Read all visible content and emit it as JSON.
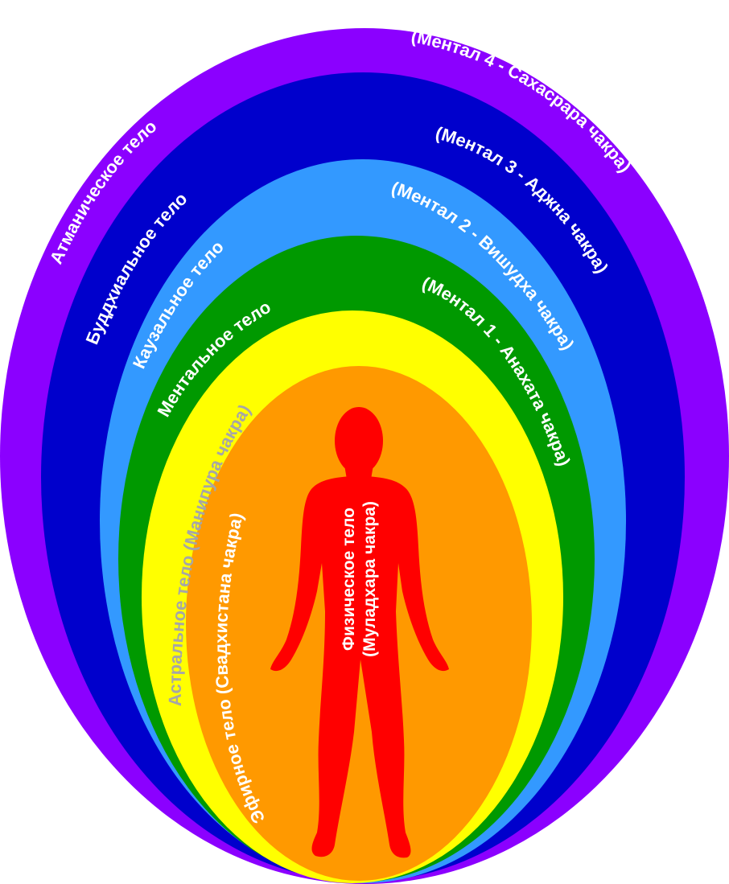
{
  "colors": {
    "atmic": "#8B00FF",
    "buddhic": "#0000CC",
    "causal": "#3399FF",
    "mental": "#009900",
    "astral": "#FFFF00",
    "etheric": "#FF9900",
    "physical": "#FF0000",
    "label_light": "#FFFFFF",
    "label_dim": "#A6A6A6"
  },
  "figure_icon": "human-silhouette-icon",
  "labels": {
    "atmic": "Атманическое тело",
    "mental4": "(Ментал 4 - Сахасрара чакра)",
    "buddhic": "Буддхиальное тело",
    "mental3": "(Ментал 3 - Аджна чакра)",
    "causal": "Каузальное тело",
    "mental2": "(Ментал 2 - Вишудха чакра)",
    "mental": "Ментальное тело",
    "mental1": "(Ментал 1 - Анахата чакра)",
    "astral": "Астральное тело (Манипура чакра)",
    "etheric": "Эфирное тело (Свадхистана чакра)",
    "physical_line1": "Физическое тело",
    "physical_line2": "(Муладхара чакра)"
  }
}
